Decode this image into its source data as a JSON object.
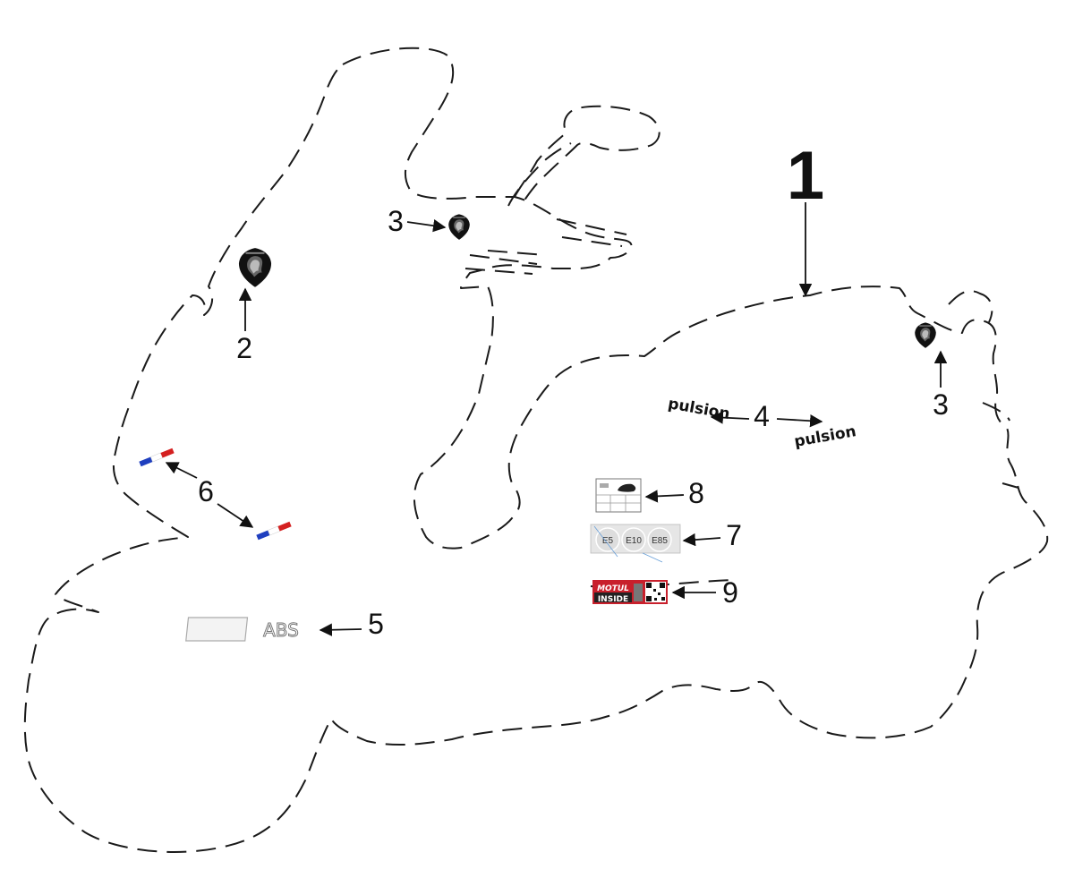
{
  "callouts": {
    "main": "1",
    "badge_front": "2",
    "badge_small": "3",
    "pulsion": "4",
    "abs": "5",
    "flag": "6",
    "fuel": "7",
    "tyre": "8",
    "motul": "9"
  },
  "decals": {
    "pulsion_word": "pulsion",
    "abs_text": "ABS",
    "fuel_labels": [
      "E5",
      "E10",
      "E85"
    ],
    "motul_top": "MOTUL",
    "motul_bottom": "INSIDE"
  },
  "colors": {
    "line": "#1a1a1a",
    "flag_blue": "#1f3fbf",
    "flag_white": "#ffffff",
    "flag_red": "#d42020",
    "motul_red": "#c8202c",
    "badge_black": "#111111"
  },
  "icons": {
    "badge": "lion-shield-icon",
    "flag": "tricolor-flag-icon",
    "qr": "qr-code-icon"
  }
}
